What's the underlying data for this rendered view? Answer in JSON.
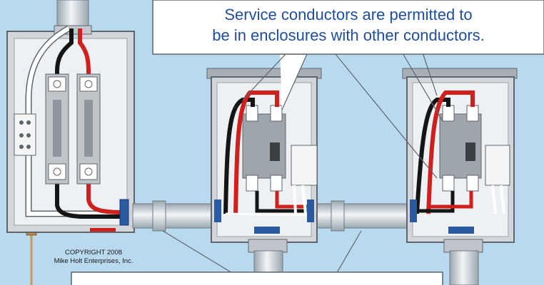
{
  "callout": {
    "line1": "Service conductors are permitted to",
    "line2": "be in enclosures with other conductors."
  },
  "copyright": {
    "line1": "COPYRIGHT 2008",
    "line2": "Mike Holt Enterprises, Inc."
  },
  "colors": {
    "background": "#b9d9ef",
    "callout_text": "#1f4ea0",
    "wire_red": "#d0201e",
    "wire_black": "#151515",
    "wire_white": "#ffffff",
    "terminal_blue": "#2a5aa0",
    "enclosure": "#c8ccd0"
  }
}
